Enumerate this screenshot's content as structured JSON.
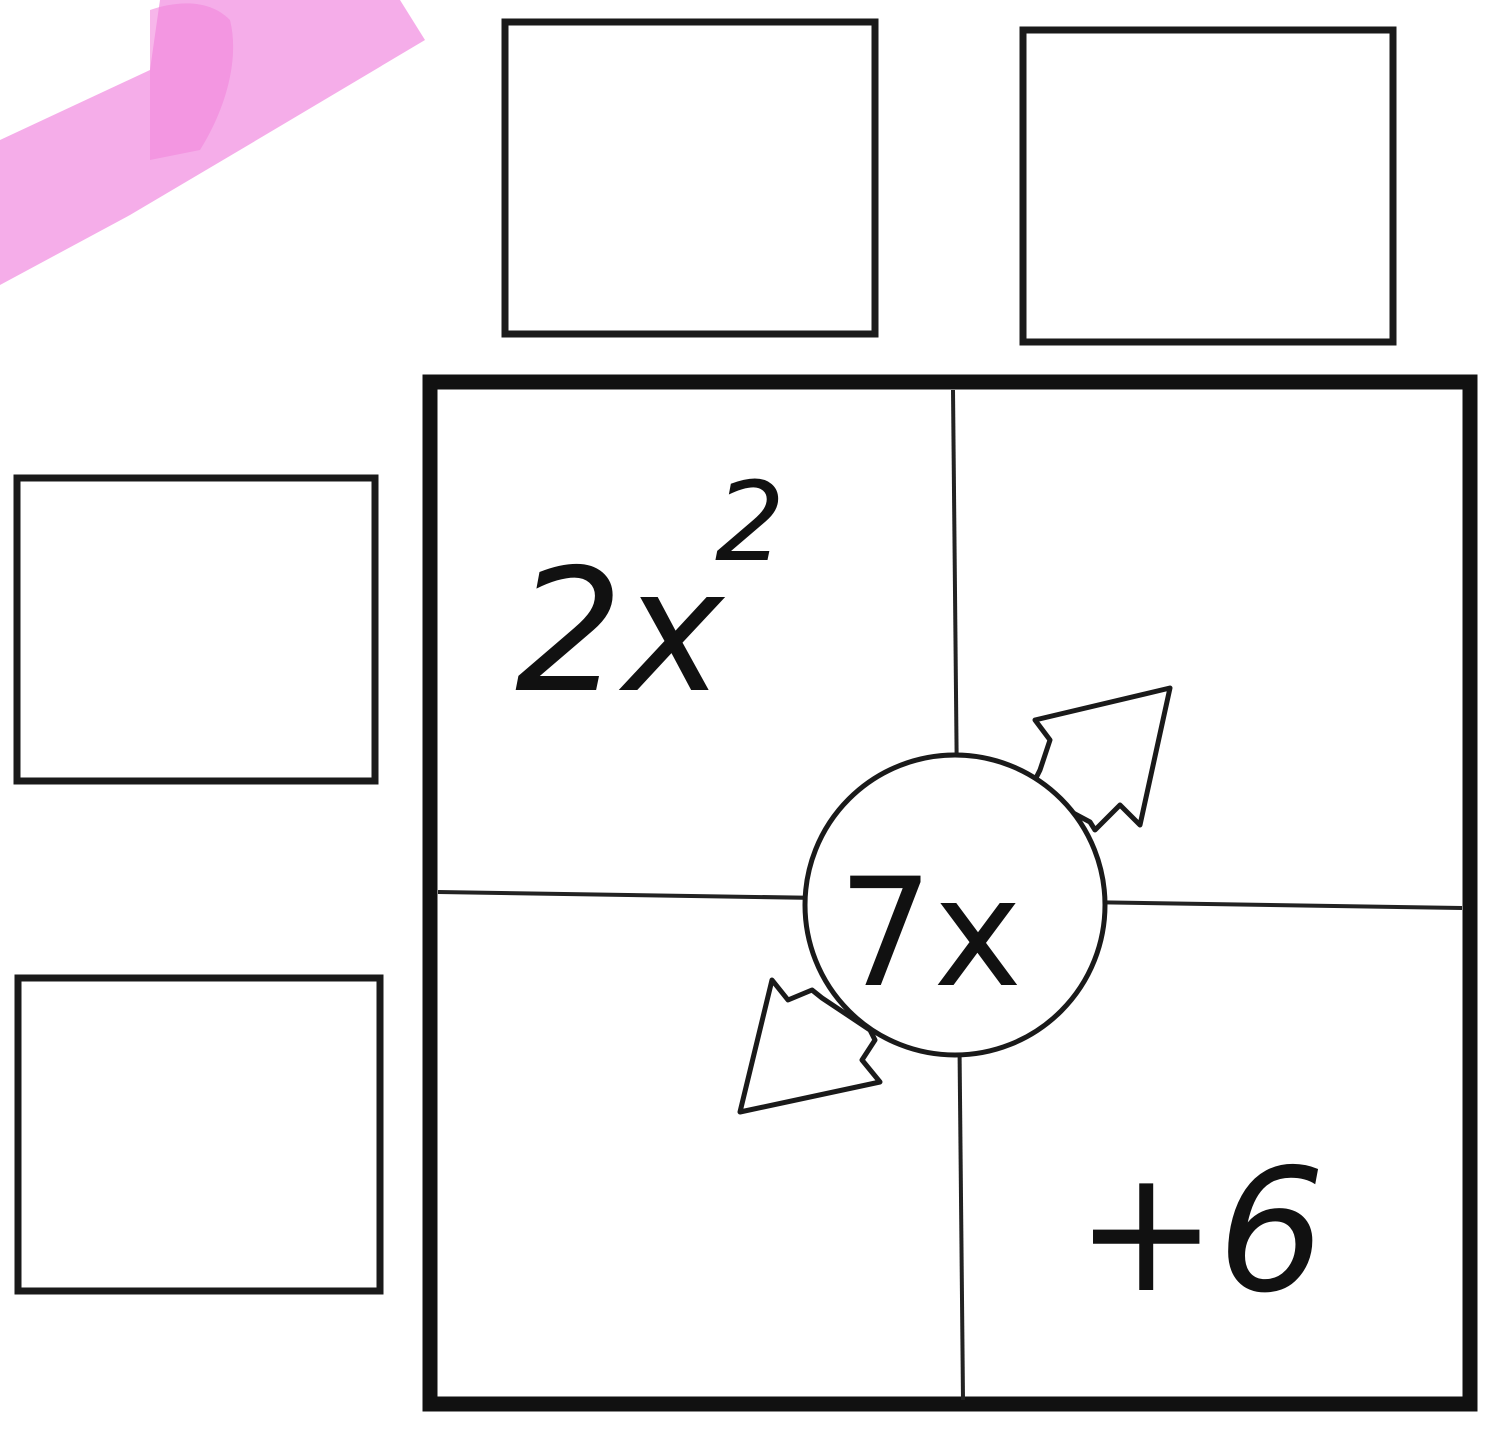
{
  "decoration": {
    "highlight_color": "#f07fdc"
  },
  "factor_boxes": {
    "top_left_value": "",
    "top_right_value": "",
    "left_top_value": "",
    "left_bottom_value": ""
  },
  "area_model": {
    "top_left_term": "2x",
    "top_left_exponent": "2",
    "top_right_term": "",
    "bottom_left_term": "",
    "bottom_right_term": "+6"
  },
  "middle_term": {
    "label": "7x"
  }
}
